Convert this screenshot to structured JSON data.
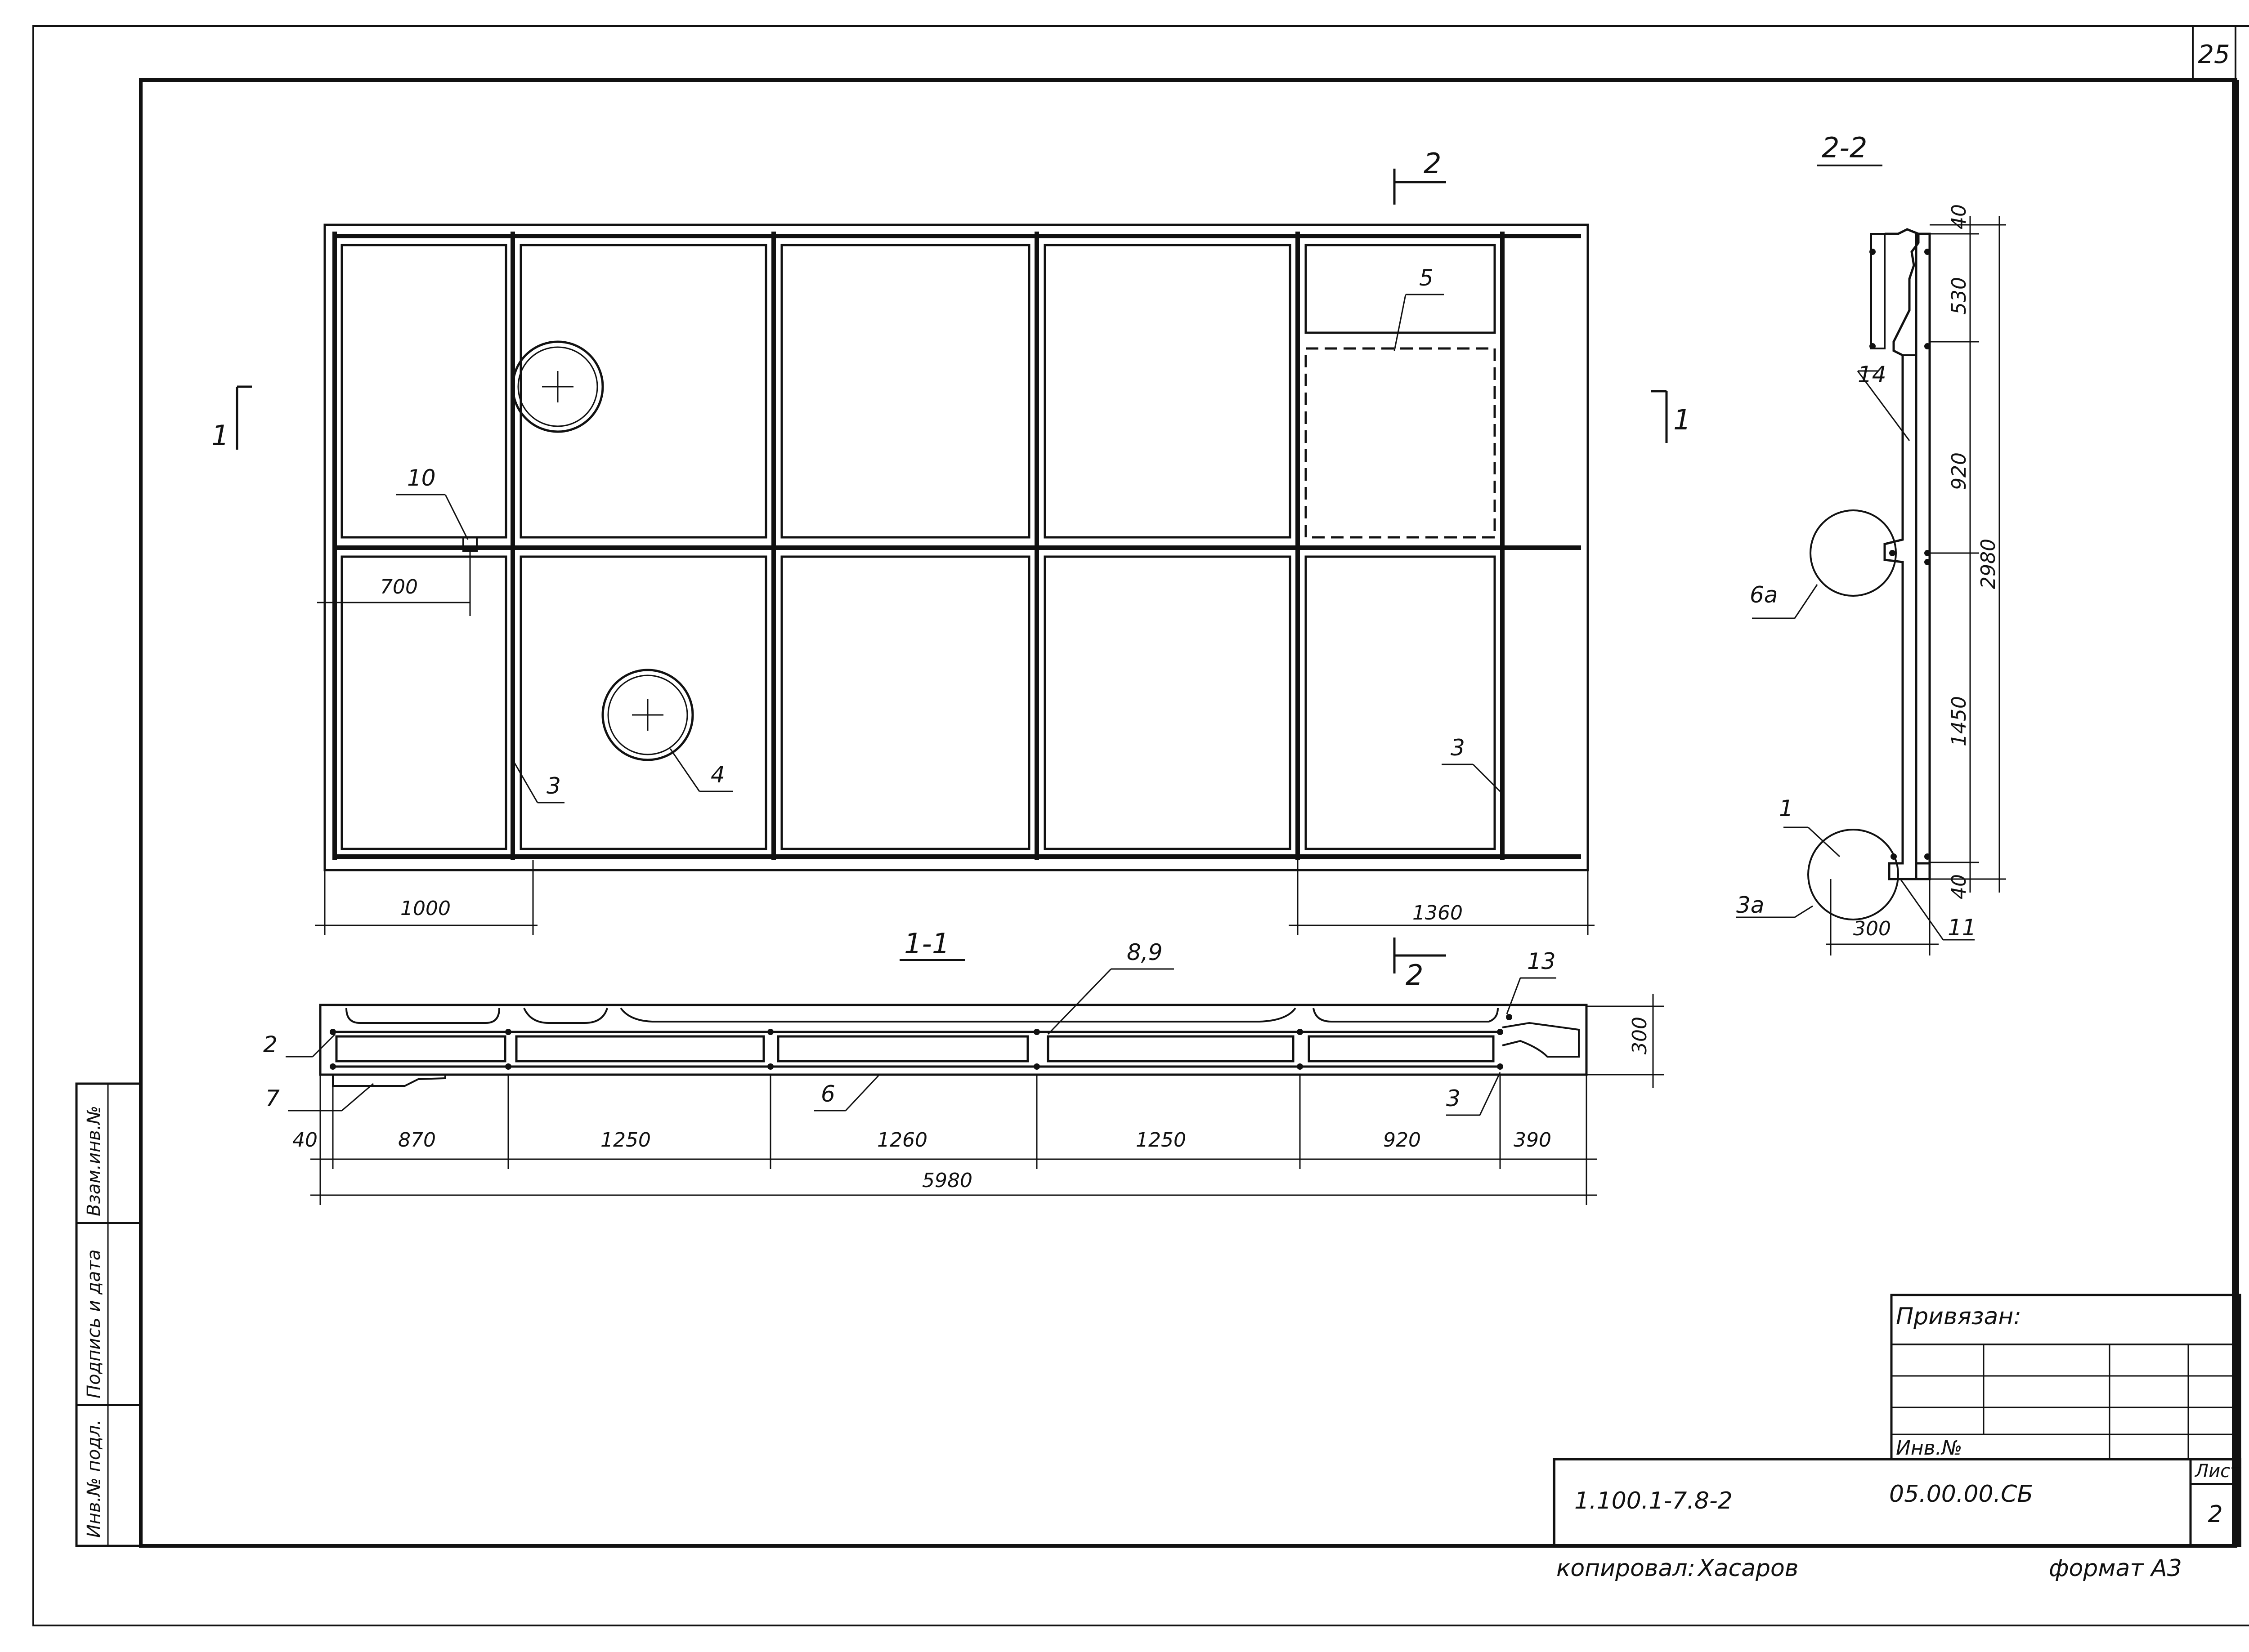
{
  "sheet": {
    "page_number": "25",
    "sheet_label": "Лист",
    "sheet_number": "2",
    "format": "формат А3",
    "copied_by": "копировал:",
    "copied_by_signature": "Хасаров"
  },
  "side_stamp": {
    "cells": [
      "Инв.№ подл.",
      "Подпись и дата",
      "Взам.инв.№"
    ]
  },
  "title_block": {
    "bound_to": "Привязан:",
    "inv_no": "Инв.№",
    "project_code": "1.100.1-7.8-2",
    "doc_code": "05.00.00.СБ"
  },
  "plan_view": {
    "section_marks": {
      "one": "1",
      "two": "2"
    },
    "dimensions": {
      "left_span": "1000",
      "right_span": "1360",
      "offset": "700"
    },
    "callouts": [
      "10",
      "5",
      "3",
      "4",
      "3"
    ]
  },
  "section_1_1": {
    "title": "1-1",
    "callouts": [
      "8,9",
      "13",
      "2",
      "7",
      "6",
      "3"
    ],
    "dimensions": {
      "height": "300",
      "segments": [
        "40",
        "870",
        "1250",
        "1260",
        "1250",
        "920",
        "390"
      ],
      "total": "5980"
    }
  },
  "section_2_2": {
    "title": "2-2",
    "callouts": [
      "14",
      "6а",
      "1",
      "3а",
      "11"
    ],
    "dimensions": {
      "parts": [
        "40",
        "530",
        "920",
        "1450",
        "40"
      ],
      "total": "2980",
      "width": "300"
    }
  }
}
